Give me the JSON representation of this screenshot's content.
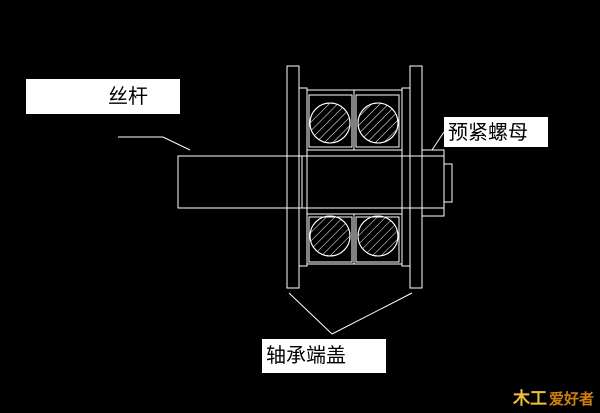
{
  "labels": {
    "lead_screw": "丝杆",
    "preload_nut": "预紧螺母",
    "bearing_end_cover": "轴承端盖"
  },
  "watermark": {
    "mark_a": "木工",
    "mark_b": "爱好者"
  },
  "colors": {
    "background": "#000000",
    "line": "#ffffff",
    "label_fill": "#ffffff",
    "label_text": "#000000",
    "watermark": "#e0a020"
  }
}
